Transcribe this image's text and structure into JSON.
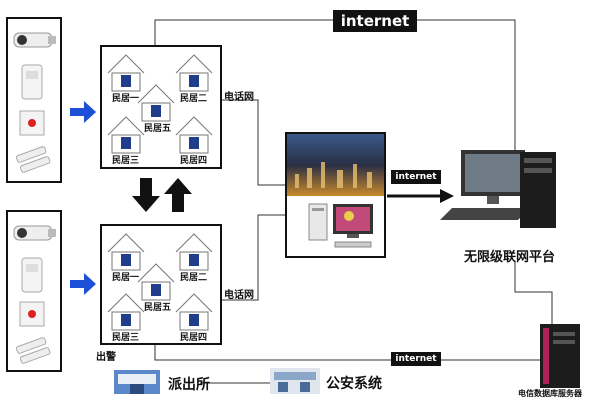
{
  "internet_top": "internet",
  "internet_mid": "internet",
  "internet_bottom": "internet",
  "phone_net_top": "电话网",
  "phone_net_bottom": "电话网",
  "platform_label": "无限级联网平台",
  "alarm_label": "出警",
  "police_station": "派出所",
  "public_security": "公安系统",
  "telecom_server": "电信数据库服务器",
  "upper_houses": [
    "民居一",
    "民居二",
    "民居五",
    "民居三",
    "民居四"
  ],
  "lower_houses": [
    "民居一",
    "民居二",
    "民居五",
    "民居三",
    "民居四"
  ],
  "colors": {
    "arrow_blue": "#1e4fd8",
    "line": "#222222"
  }
}
